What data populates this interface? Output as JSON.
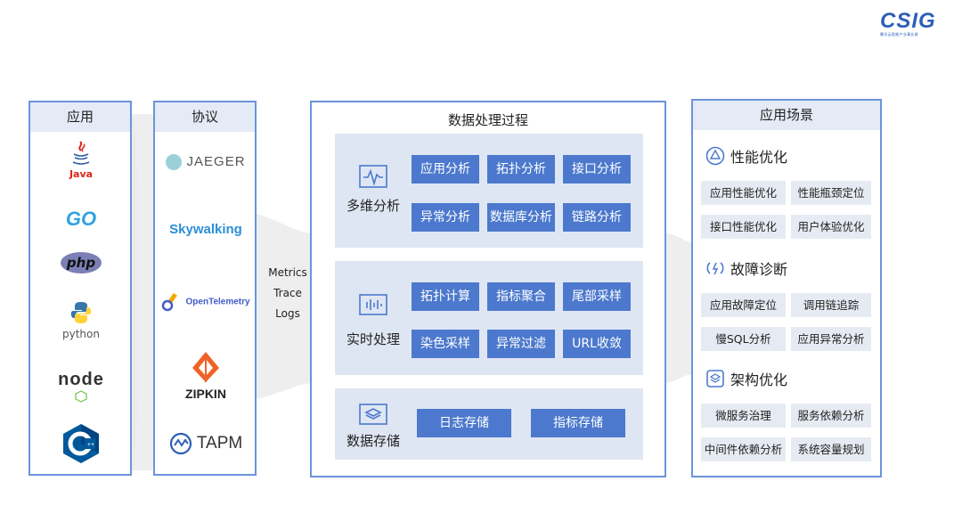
{
  "logo": {
    "text": "CSIG",
    "sub": "腾讯云智能产业事业群"
  },
  "apps": {
    "title": "应用",
    "items": [
      {
        "name": "java-logo",
        "label": "Java"
      },
      {
        "name": "go-logo",
        "label": "GO"
      },
      {
        "name": "php-logo",
        "label": "php"
      },
      {
        "name": "python-logo",
        "label": "python"
      },
      {
        "name": "node-logo",
        "label": "node"
      },
      {
        "name": "cpp-logo",
        "label": "C++"
      }
    ]
  },
  "protocols": {
    "title": "协议",
    "items": [
      {
        "name": "jaeger-logo",
        "label": "JAEGER"
      },
      {
        "name": "skywalking-logo",
        "label": "Skywalking"
      },
      {
        "name": "opentelemetry-logo",
        "label": "OpenTelemetry"
      },
      {
        "name": "zipkin-logo",
        "label": "ZIPKIN"
      },
      {
        "name": "tapm-logo",
        "label": "TAPM"
      }
    ]
  },
  "signals": [
    "Metrics",
    "Trace",
    "Logs"
  ],
  "process": {
    "title": "数据处理过程",
    "multi": {
      "label": "多维分析",
      "chips": [
        "应用分析",
        "拓扑分析",
        "接口分析",
        "异常分析",
        "数据库分析",
        "链路分析"
      ]
    },
    "realtime": {
      "label": "实时处理",
      "chips": [
        "拓扑计算",
        "指标聚合",
        "尾部采样",
        "染色采样",
        "异常过滤",
        "URL收敛"
      ]
    },
    "storage": {
      "label": "数据存储",
      "chips": [
        "日志存储",
        "指标存储"
      ]
    }
  },
  "scenes": {
    "title": "应用场景",
    "groups": [
      {
        "title": "性能优化",
        "items": [
          "应用性能优化",
          "性能瓶颈定位",
          "接口性能优化",
          "用户体验优化"
        ]
      },
      {
        "title": "故障诊断",
        "items": [
          "应用故障定位",
          "调用链追踪",
          "慢SQL分析",
          "应用异常分析"
        ]
      },
      {
        "title": "架构优化",
        "items": [
          "微服务治理",
          "服务依赖分析",
          "中间件依赖分析",
          "系统容量规划"
        ]
      }
    ]
  },
  "colors": {
    "primary": "#4c79cd",
    "border": "#6d93dc",
    "panel": "#dfe6f3",
    "header": "#e4ebf6"
  }
}
